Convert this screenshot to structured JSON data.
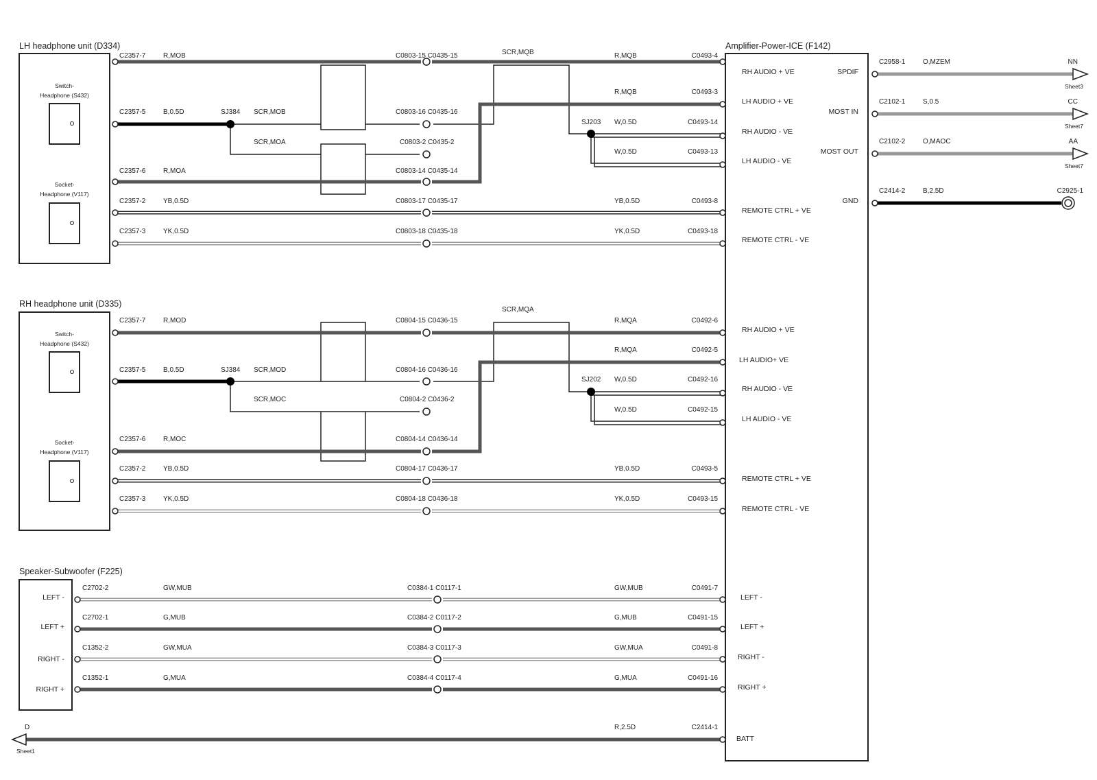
{
  "units": {
    "lh_title": "LH headphone unit (D334)",
    "rh_title": "RH headphone unit (D335)",
    "sub_title": "Speaker-Subwoofer (F225)",
    "amp_title": "Amplifier-Power-ICE (F142)",
    "switch_line1": "Switch-",
    "switch_line2": "Headphone (S432)",
    "socket_line1": "Socket-",
    "socket_line2": "Headphone (V117)"
  },
  "sub_pins": [
    "LEFT -",
    "LEFT +",
    "RIGHT -",
    "RIGHT +"
  ],
  "amp_pins_left": {
    "lh": [
      "RH AUDIO + VE",
      "LH AUDIO + VE",
      "RH AUDIO - VE",
      "LH AUDIO - VE",
      "REMOTE CTRL + VE",
      "REMOTE CTRL - VE"
    ],
    "rh": [
      "RH AUDIO + VE",
      "LH AUDIO+ VE",
      "RH AUDIO - VE",
      "LH AUDIO - VE",
      "REMOTE CTRL + VE",
      "REMOTE CTRL - VE"
    ],
    "sub": [
      "LEFT -",
      "LEFT +",
      "RIGHT -",
      "RIGHT +"
    ],
    "batt": "BATT"
  },
  "amp_pins_right": [
    "SPDIF",
    "MOST IN",
    "MOST OUT",
    "GND"
  ],
  "lh": {
    "c2357_7": "C2357-7",
    "c2357_5": "C2357-5",
    "c2357_6": "C2357-6",
    "c2357_2": "C2357-2",
    "c2357_3": "C2357-3",
    "w_rmob": "R,MOB",
    "w_b05d": "B,0.5D",
    "sj384": "SJ384",
    "scr_mob": "SCR,MOB",
    "scr_moa": "SCR,MOA",
    "w_rmoa": "R,MOA",
    "w_yb": "YB,0.5D",
    "w_yk": "YK,0.5D",
    "inline": [
      "C0803-15 C0435-15",
      "C0803-16 C0435-16",
      "C0803-2 C0435-2",
      "C0803-14 C0435-14",
      "C0803-17 C0435-17",
      "C0803-18 C0435-18"
    ],
    "scr_mqb": "SCR,MQB",
    "w_rmqb1": "R,MQB",
    "w_rmqb2": "R,MQB",
    "sj203": "SJ203",
    "w_w05d1": "W,0.5D",
    "w_w05d2": "W,0.5D",
    "w_yb_r": "YB,0.5D",
    "w_yk_r": "YK,0.5D",
    "amp_conn": [
      "C0493-4",
      "C0493-3",
      "C0493-14",
      "C0493-13",
      "C0493-8",
      "C0493-18"
    ]
  },
  "rh": {
    "c2357_7": "C2357-7",
    "c2357_5": "C2357-5",
    "c2357_6": "C2357-6",
    "c2357_2": "C2357-2",
    "c2357_3": "C2357-3",
    "w_rmod": "R,MOD",
    "w_b05d": "B,0.5D",
    "sj384": "SJ384",
    "scr_mod": "SCR,MOD",
    "scr_moc": "SCR,MOC",
    "w_rmoc": "R,MOC",
    "w_yb": "YB,0.5D",
    "w_yk": "YK,0.5D",
    "inline": [
      "C0804-15 C0436-15",
      "C0804-16 C0436-16",
      "C0804-2 C0436-2",
      "C0804-14 C0436-14",
      "C0804-17 C0436-17",
      "C0804-18 C0436-18"
    ],
    "scr_mqa": "SCR,MQA",
    "w_rmqa1": "R,MQA",
    "w_rmqa2": "R,MQA",
    "sj202": "SJ202",
    "w_w05d1": "W,0.5D",
    "w_w05d2": "W,0.5D",
    "w_yb_r": "YB,0.5D",
    "w_yk_r": "YK,0.5D",
    "amp_conn": [
      "C0492-6",
      "C0492-5",
      "C0492-16",
      "C0492-15",
      "C0493-5",
      "C0493-15"
    ]
  },
  "sub": {
    "left_conn": [
      "C2702-2",
      "C2702-1",
      "C1352-2",
      "C1352-1"
    ],
    "wire": [
      "GW,MUB",
      "G,MUB",
      "GW,MUA",
      "G,MUA"
    ],
    "inline": [
      "C0384-1 C0117-1",
      "C0384-2 C0117-2",
      "C0384-3 C0117-3",
      "C0384-4 C0117-4"
    ],
    "wire_r": [
      "GW,MUB",
      "G,MUB",
      "GW,MUA",
      "G,MUA"
    ],
    "amp_conn": [
      "C0491-7",
      "C0491-15",
      "C0491-8",
      "C0491-16"
    ]
  },
  "batt": {
    "letter": "D",
    "sheet": "Sheet1",
    "wire": "R,2.5D",
    "conn": "C2414-1"
  },
  "outputs": [
    {
      "conn": "C2958-1",
      "wire": "O,MZEM",
      "letter": "NN",
      "sheet": "Sheet3"
    },
    {
      "conn": "C2102-1",
      "wire": "S,0.5",
      "letter": "CC",
      "sheet": "Sheet7"
    },
    {
      "conn": "C2102-2",
      "wire": "O,MAOC",
      "letter": "AA",
      "sheet": "Sheet7"
    },
    {
      "conn": "C2414-2",
      "wire": "B,2.5D",
      "letter": "C2925-1",
      "sheet": ""
    }
  ],
  "colors": {
    "thick": "#555555",
    "black": "#000000",
    "pale": "#999999",
    "line": "#222222"
  }
}
